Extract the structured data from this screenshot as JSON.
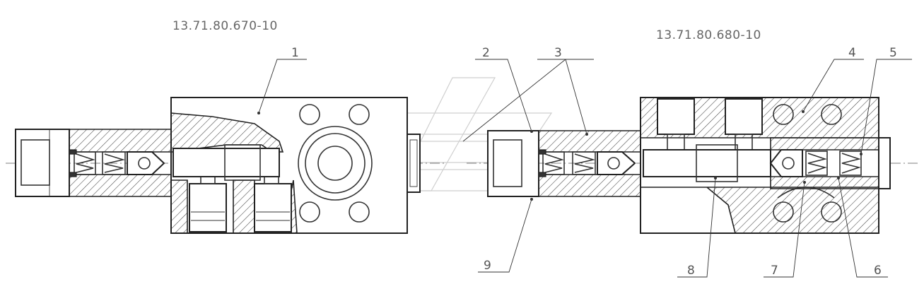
{
  "assemblies": [
    {
      "code": "13.71.80.670-10"
    },
    {
      "code": "13.71.80.680-10"
    }
  ],
  "callouts": [
    {
      "number": "1"
    },
    {
      "number": "2"
    },
    {
      "number": "3"
    },
    {
      "number": "4"
    },
    {
      "number": "5"
    },
    {
      "number": "6"
    },
    {
      "number": "7"
    },
    {
      "number": "8"
    },
    {
      "number": "9"
    }
  ]
}
